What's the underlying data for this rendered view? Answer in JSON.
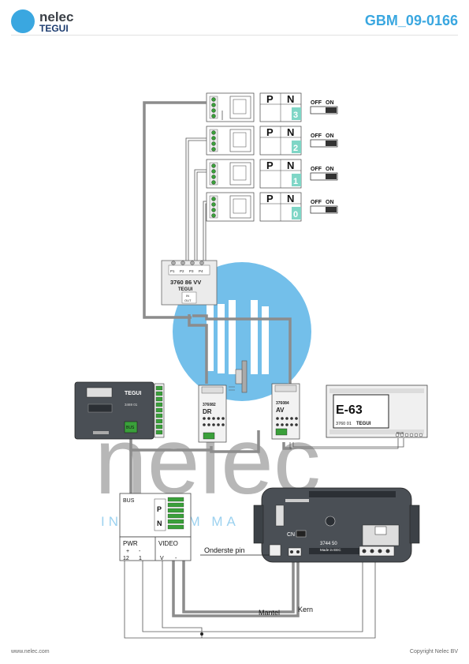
{
  "header": {
    "brand_top": "nelec",
    "brand_bottom": "TEGUI",
    "doc_code": "GBM_09-0166"
  },
  "footer": {
    "website": "www.nelec.com",
    "copyright": "Copyright Nelec BV"
  },
  "watermark": {
    "word": "nelec",
    "tagline": "INTERCOM MA"
  },
  "monitors": {
    "switch_header_p": "P",
    "switch_header_n": "N",
    "numbers": [
      "3",
      "2",
      "1",
      "0"
    ],
    "off_label": "OFF",
    "on_label": "ON"
  },
  "distributor": {
    "ports": [
      "P1",
      "P2",
      "P3",
      "P4"
    ],
    "model": "3760 86 VV",
    "brand": "TEGUI",
    "in_label": "IN",
    "out_label": "OUT"
  },
  "controller": {
    "brand": "TEGUI",
    "model": "3469 01",
    "bus_label": "BUS"
  },
  "module_dr": {
    "top_label": "376082",
    "name": "DR"
  },
  "module_av": {
    "top_label": "376084",
    "name": "AV"
  },
  "power_supply": {
    "display": "E-63",
    "model": "3760 01",
    "brand": "TEGUI",
    "bus_label": "BUS"
  },
  "bus_module": {
    "bus_label": "BUS",
    "pwr_label": "PWR",
    "video_label": "VIDEO",
    "pin_labels": [
      "+",
      "-",
      "12",
      "1",
      "V",
      "-"
    ],
    "switch_labels": [
      "P",
      "N"
    ]
  },
  "panel": {
    "cn_label": "CN",
    "model": "3744 50",
    "made_in": "Made in EEC"
  },
  "labels": {
    "onderste_pin": "Onderste pin",
    "mantel": "Mantel",
    "kern": "Kern"
  }
}
